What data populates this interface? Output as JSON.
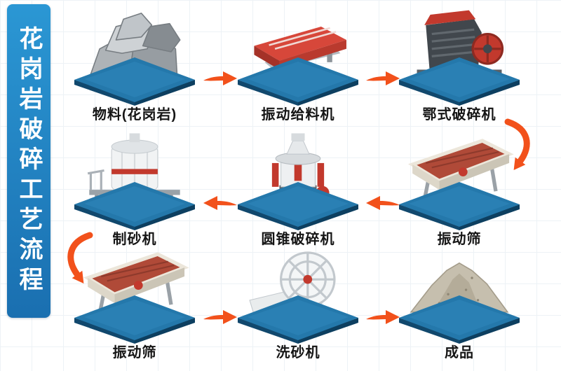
{
  "banner": {
    "title": "花岗岩破碎工艺流程"
  },
  "flow": {
    "rows": [
      {
        "items": [
          {
            "label": "物料(花岗岩)",
            "icon": "rock-pile"
          },
          {
            "label": "振动给料机",
            "icon": "vibrating-feeder"
          },
          {
            "label": "鄂式破碎机",
            "icon": "jaw-crusher"
          }
        ]
      },
      {
        "items": [
          {
            "label": "制砂机",
            "icon": "sand-making-machine"
          },
          {
            "label": "圆锥破碎机",
            "icon": "cone-crusher"
          },
          {
            "label": "振动筛",
            "icon": "vibrating-screen"
          }
        ]
      },
      {
        "items": [
          {
            "label": "振动筛",
            "icon": "vibrating-screen"
          },
          {
            "label": "洗砂机",
            "icon": "sand-washing-machine"
          },
          {
            "label": "成品",
            "icon": "finished-sand-pile"
          }
        ]
      }
    ],
    "sequence": [
      "物料(花岗岩)",
      "振动给料机",
      "鄂式破碎机",
      "振动筛",
      "圆锥破碎机",
      "制砂机",
      "振动筛",
      "洗砂机",
      "成品"
    ]
  },
  "colors": {
    "banner_blue": "#1f86c9",
    "platform_blue": "#2478ab",
    "arrow_orange": "#f2511b",
    "label_text": "#151515",
    "background": "#ffffff"
  }
}
